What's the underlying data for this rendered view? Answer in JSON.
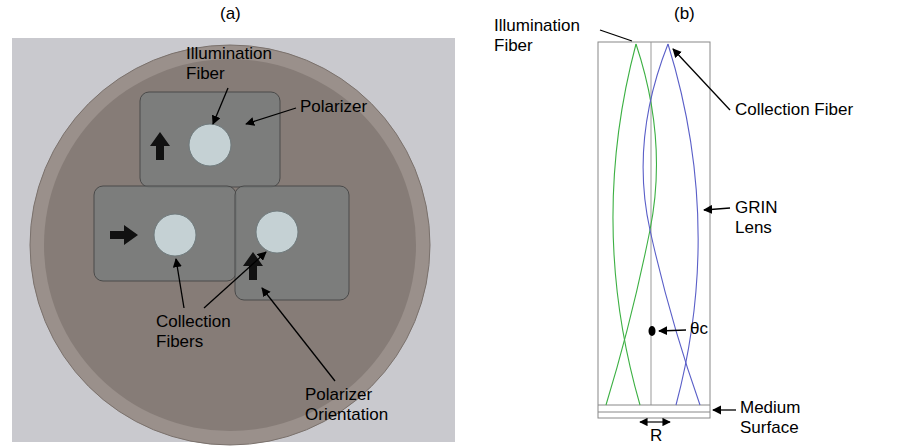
{
  "diagram": {
    "labels": [
      "(a)",
      "(b)",
      "Illumination Fiber",
      "Polarizer",
      "Collection Fibers",
      "Polarizer Orientation",
      "Illumination Fiber",
      "Collection Fiber",
      "GRIN Lens",
      "θc",
      "Medium Surface",
      "R"
    ]
  }
}
